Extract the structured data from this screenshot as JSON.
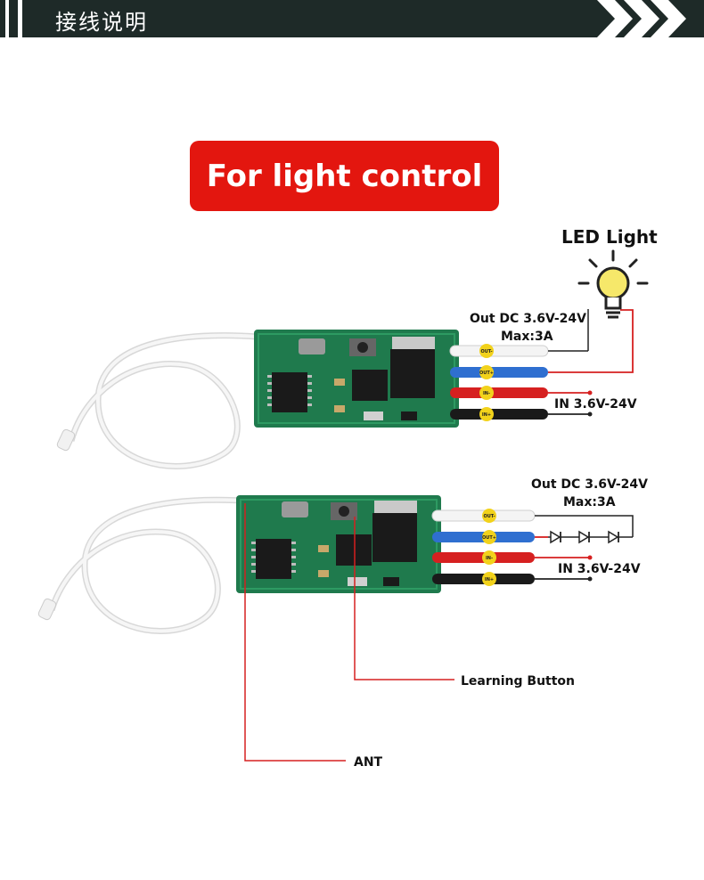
{
  "header": {
    "title": "接线说明"
  },
  "badge": {
    "text": "For light control"
  },
  "light": {
    "label": "LED Light"
  },
  "module1": {
    "out_label_line1": "Out DC 3.6V-24V",
    "out_label_line2": "Max:3A",
    "in_label": "IN 3.6V-24V",
    "pins": [
      "OUT-",
      "OUT+",
      "IN-",
      "IN+"
    ]
  },
  "module2": {
    "out_label_line1": "Out DC 3.6V-24V",
    "out_label_line2": "Max:3A",
    "in_label": "IN 3.6V-24V",
    "pins": [
      "OUT-",
      "OUT+",
      "IN-",
      "IN+"
    ]
  },
  "callouts": {
    "learning_button": "Learning Button",
    "antenna": "ANT"
  },
  "colors": {
    "header_bg": "#1e2a28",
    "badge_red": "#e3160f",
    "pcb_green": "#1f7a4d",
    "wire_red": "#d62020",
    "wire_blue": "#2f6fd0",
    "pin_yellow": "#f2d21b"
  }
}
